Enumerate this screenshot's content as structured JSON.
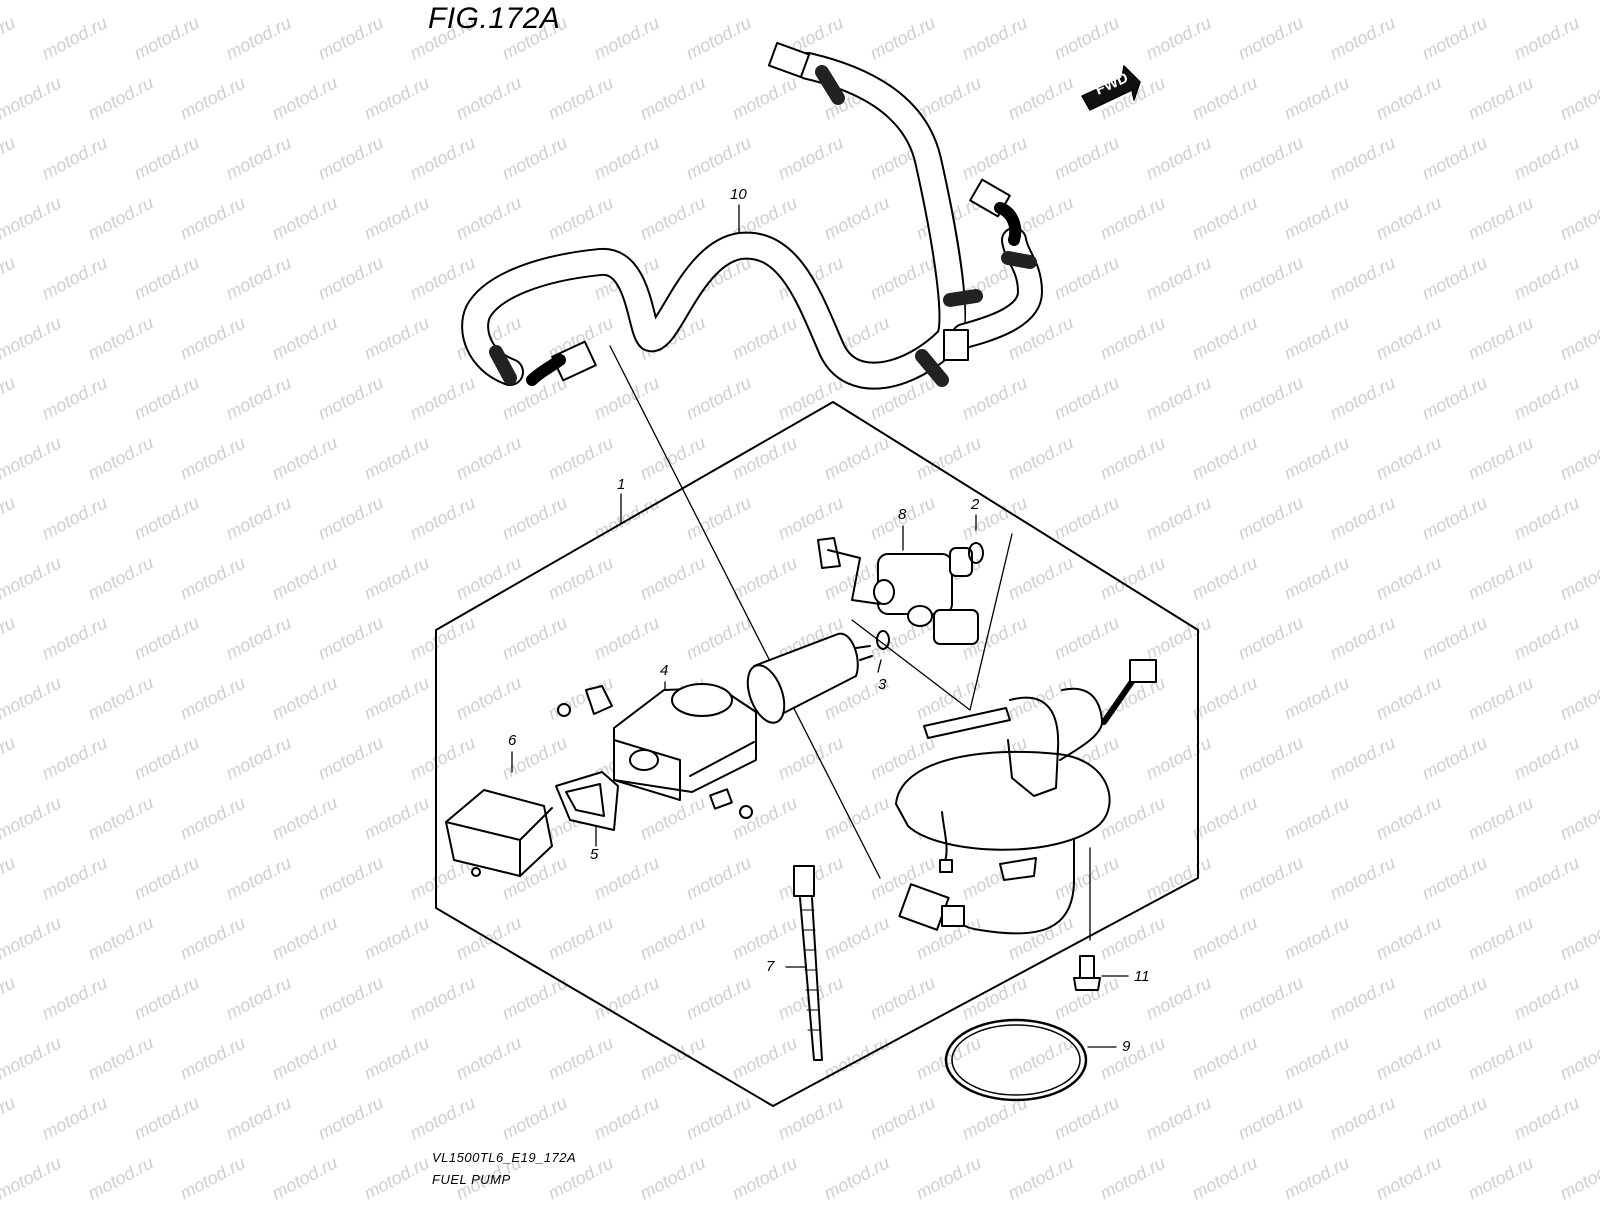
{
  "figure": {
    "title": "FIG.172A",
    "code": "VL1500TL6_E19_172A",
    "name": "FUEL PUMP",
    "direction": "FWD",
    "watermark": "motod.ru"
  },
  "callouts": [
    {
      "key": "c1",
      "label": "1",
      "part": "fuel pump assembly"
    },
    {
      "key": "c2",
      "label": "2",
      "part": "o-ring"
    },
    {
      "key": "c3",
      "label": "3",
      "part": "o-ring"
    },
    {
      "key": "c4",
      "label": "4",
      "part": "pump holder"
    },
    {
      "key": "c5",
      "label": "5",
      "part": "filter cushion"
    },
    {
      "key": "c6",
      "label": "6",
      "part": "fuel filter"
    },
    {
      "key": "c7",
      "label": "7",
      "part": "cable tie"
    },
    {
      "key": "c8",
      "label": "8",
      "part": "pressure regulator"
    },
    {
      "key": "c9",
      "label": "9",
      "part": "gasket"
    },
    {
      "key": "c10",
      "label": "10",
      "part": "fuel hose"
    },
    {
      "key": "c11",
      "label": "11",
      "part": "bolt"
    }
  ]
}
